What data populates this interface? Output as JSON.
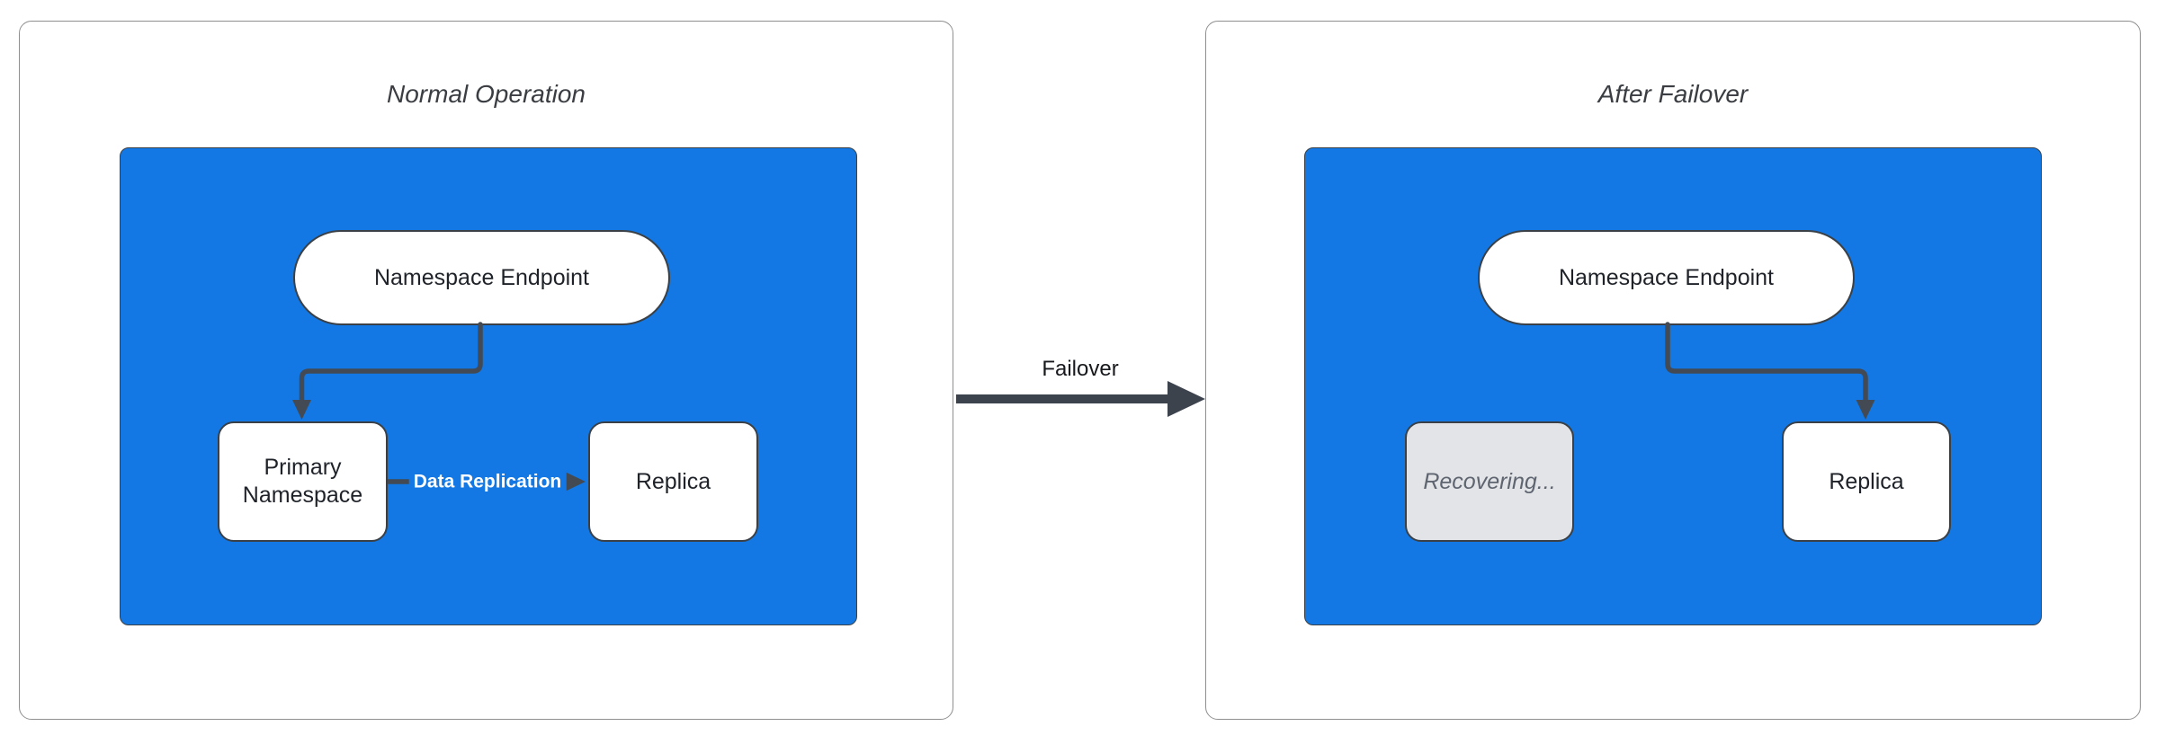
{
  "diagram": {
    "panels": [
      {
        "title": "Normal Operation",
        "endpoint_label": "Namespace Endpoint",
        "left_node": "Primary Namespace",
        "right_node": "Replica",
        "edge_label": "Data Replication"
      },
      {
        "title": "After Failover",
        "endpoint_label": "Namespace Endpoint",
        "left_node": "Recovering...",
        "right_node": "Replica"
      }
    ],
    "failover_label": "Failover"
  },
  "colors": {
    "container_blue": "#1378E3",
    "node_white": "#FFFFFF",
    "recovering_gray": "#E2E4E7",
    "connector": "#434A54",
    "border_dark": "#3A4046",
    "panel_border": "#8F8F8F",
    "title_text": "#3A3D42",
    "node_text": "#1F2329",
    "recovering_text": "#5F6570",
    "edge_label_text": "#FFFFFF"
  }
}
